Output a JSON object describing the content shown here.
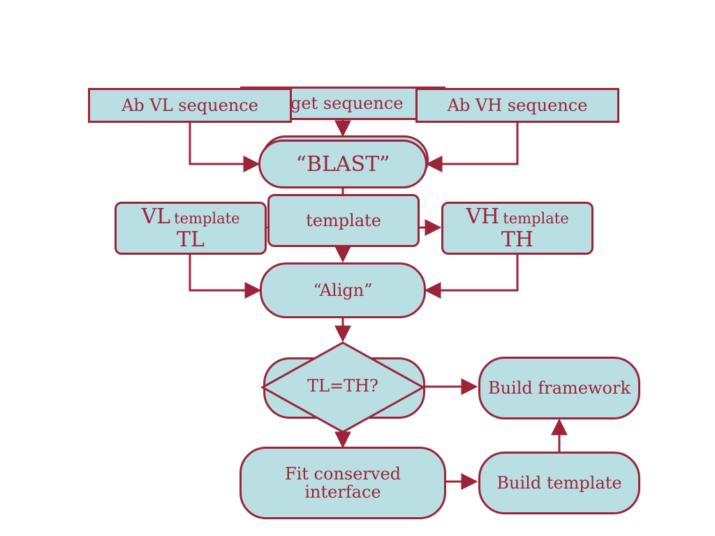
{
  "nodes": {
    "target_sequence": "rget sequence",
    "ab_vl_sequence": "Ab VL sequence",
    "ab_vh_sequence": "Ab VH sequence",
    "blast": "“BLAST”",
    "template": "template",
    "vl_template": {
      "main": "VL",
      "sub": "template",
      "line2": "TL"
    },
    "vh_template": {
      "main": "VH",
      "sub": "template",
      "line2": "TH"
    },
    "align": "“Align”",
    "decision": "TL=TH?",
    "build_framework": "Build framework",
    "fit_conserved_interface": {
      "line1": "Fit conserved",
      "line2": "interface"
    },
    "build_template": "Build template"
  },
  "colors": {
    "fill": "#b9dfe3",
    "stroke": "#9b2439",
    "text": "#9b2439",
    "background": "#ffffff"
  }
}
